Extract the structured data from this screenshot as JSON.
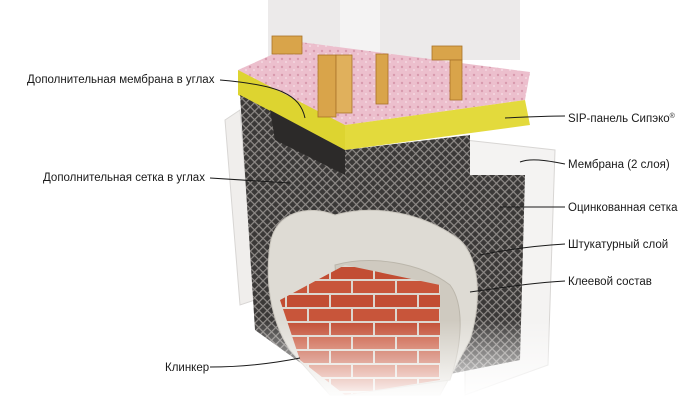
{
  "labels": {
    "membrane_corners": "Дополнительная мембрана в углах",
    "mesh_corners": "Дополнительная сетка в углах",
    "clinker": "Клинкер",
    "sip_panel": "SIP-панель Сипэко",
    "sip_panel_mark": "®",
    "membrane_two_layers": "Мембрана (2 слоя)",
    "galvanized_mesh": "Оцинкованная сетка",
    "plaster_layer": "Штукатурный слой",
    "adhesive": "Клеевой состав"
  },
  "colors": {
    "insulation": "#e9b8c8",
    "osb_yellow": "#ddd430",
    "timber": "#d9a44a",
    "membrane_dark": "#2e2c2b",
    "mesh_light": "#8f8b88",
    "plaster": "#dedbd4",
    "adhesive": "#cfcac0",
    "brick": "#c8553a",
    "mortar": "#dcd6ce"
  }
}
